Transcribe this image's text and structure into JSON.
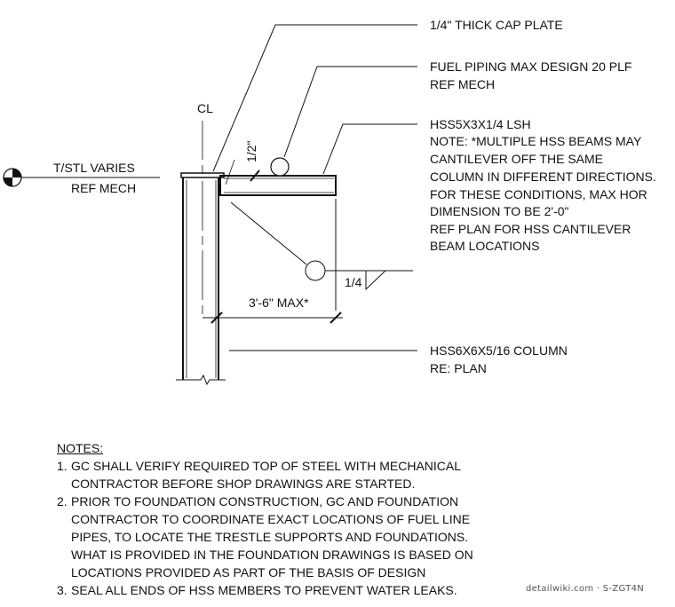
{
  "labels": {
    "cap_plate": "1/4\" THICK CAP PLATE",
    "fuel_piping": [
      "FUEL PIPING MAX DESIGN 20 PLF",
      "REF MECH"
    ],
    "hss_beam": [
      "HSS5X3X1/4 LSH",
      "NOTE: *MULTIPLE HSS BEAMS MAY",
      "CANTILEVER OFF THE SAME",
      "COLUMN IN DIFFERENT DIRECTIONS.",
      "FOR THESE CONDITIONS, MAX HOR",
      "DIMENSION TO BE 2'-0\"",
      "REF PLAN FOR HSS CANTILEVER",
      "BEAM LOCATIONS"
    ],
    "column": [
      "HSS6X6X5/16 COLUMN",
      "RE: PLAN"
    ],
    "elevation": [
      "T/STL VARIES",
      "REF MECH"
    ],
    "centerline": "CL",
    "half_inch": "1/2\"",
    "weld": "1/4",
    "dimension": "3'-6\" MAX*"
  },
  "notes": {
    "title": "NOTES:",
    "items": [
      {
        "num": "1.",
        "lines": [
          "GC SHALL VERIFY REQUIRED TOP OF STEEL WITH MECHANICAL",
          "CONTRACTOR BEFORE SHOP DRAWINGS ARE STARTED."
        ]
      },
      {
        "num": "2.",
        "lines": [
          "PRIOR TO FOUNDATION CONSTRUCTION, GC AND FOUNDATION",
          "CONTRACTOR TO COORDINATE EXACT LOCATIONS OF FUEL LINE",
          "PIPES, TO LOCATE THE TRESTLE SUPPORTS AND FOUNDATIONS.",
          "WHAT IS PROVIDED IN THE FOUNDATION DRAWINGS IS BASED ON",
          "LOCATIONS PROVIDED AS PART OF THE BASIS OF DESIGN"
        ]
      },
      {
        "num": "3.",
        "lines": [
          "SEAL ALL ENDS OF HSS MEMBERS TO PREVENT WATER LEAKS."
        ]
      }
    ]
  },
  "footer": "detailwiki.com · S-ZGT4N"
}
